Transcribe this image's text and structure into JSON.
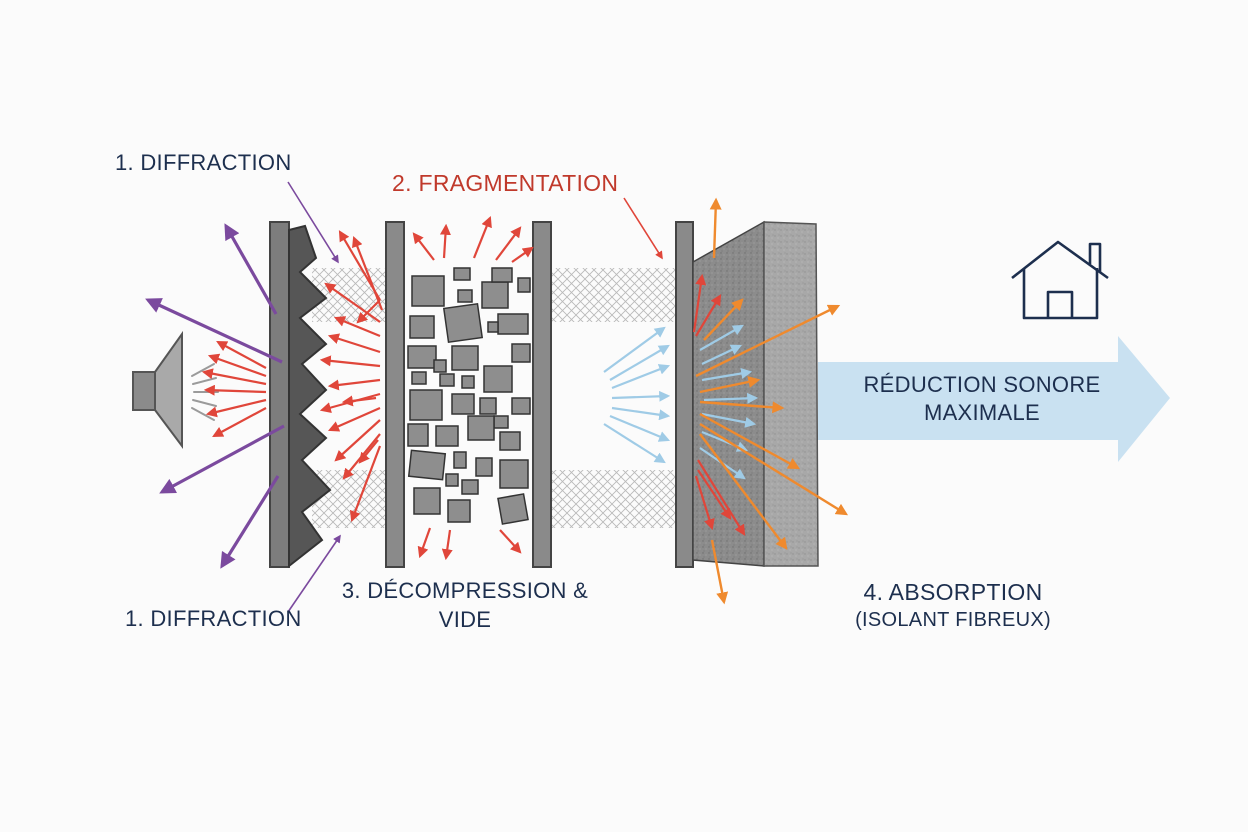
{
  "labels": {
    "diffraction_top": "1. DIFFRACTION",
    "diffraction_bottom": "1. DIFFRACTION",
    "fragmentation": "2. FRAGMENTATION",
    "decompression_line1": "3. DÉCOMPRESSION &",
    "decompression_line2": "VIDE",
    "absorption_line1": "4. ABSORPTION",
    "absorption_line2": "(ISOLANT FIBREUX)",
    "reduction_line1": "RÉDUCTION SONORE",
    "reduction_line2": "MAXIMALE"
  },
  "icons": {
    "source": "speaker-icon",
    "destination": "house-icon"
  },
  "colors": {
    "text_navy": "#1d2f4e",
    "text_red": "#c0392b",
    "purple_arrow": "#7b4a9e",
    "red_arrow": "#e0463a",
    "light_blue_arrow": "#9fcbe6",
    "orange_arrow": "#ef8a2e",
    "big_arrow": "#c9e1f1",
    "panel_gray": "#7d7d7d",
    "mesh_gray": "#b9b9b9"
  }
}
